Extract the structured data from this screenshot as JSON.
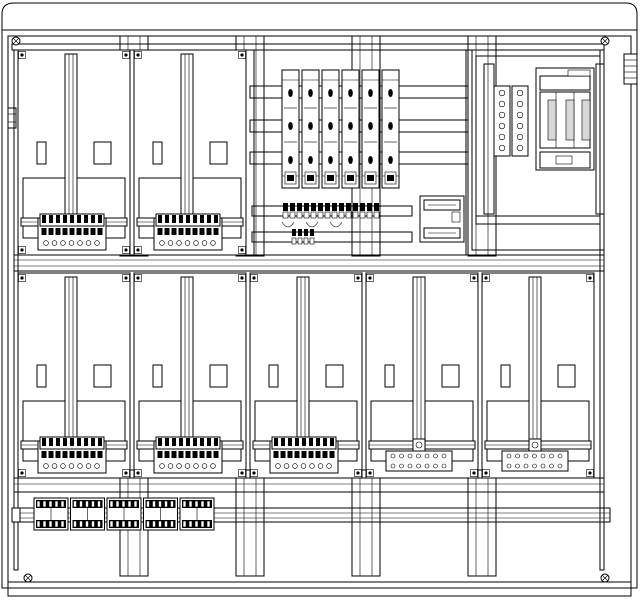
{
  "drawing": {
    "meter_rows": [
      {
        "name": "upper-meter-row",
        "bays": 2,
        "terminal_style": "dense"
      },
      {
        "name": "lower-meter-row",
        "bays": 5,
        "terminal_style": [
          "dense",
          "dense",
          "dense",
          "simple",
          "simple"
        ]
      }
    ],
    "breaker_count": 6,
    "bottom_terminal_block_count": 5,
    "colors": {
      "line": "#000000",
      "fill": "#ffffff",
      "shade": "#d8d8d8"
    }
  }
}
